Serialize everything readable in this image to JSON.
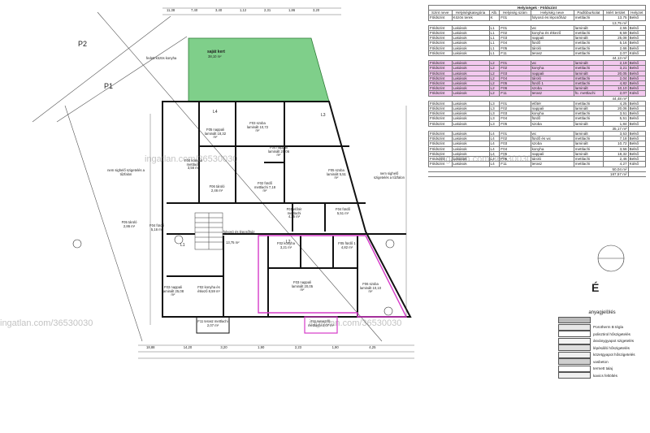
{
  "table": {
    "caption": "Helyiségek - Földszint",
    "headers": [
      "Szint neve",
      "Helyiségkategória",
      "Alb.",
      "Helyiség szám",
      "Helyiség neve",
      "Padlóburkolat",
      "Mért terület",
      "Helyzet"
    ],
    "rows": [
      {
        "c": [
          "Földszint",
          "Közös terek",
          "K",
          "F01",
          "folyosó és lépcsőház",
          "mettlachi",
          "13,75",
          "Belső"
        ],
        "hl": false
      },
      {
        "c": [
          "",
          "",
          "",
          "",
          "",
          "",
          "13,75 m²",
          ""
        ],
        "hl": false,
        "sum": true
      },
      {
        "c": [
          "Földszint",
          "Lakások",
          "L1",
          "F01",
          "wc",
          "laminált",
          "2,55",
          "Belső"
        ],
        "hl": false
      },
      {
        "c": [
          "Földszint",
          "Lakások",
          "L1",
          "F02",
          "konyha és étkező",
          "mettlachi",
          "8,59",
          "Belső"
        ],
        "hl": false
      },
      {
        "c": [
          "Földszint",
          "Lakások",
          "L1",
          "F03",
          "nappali",
          "laminált",
          "25,08",
          "Belső"
        ],
        "hl": false
      },
      {
        "c": [
          "Földszint",
          "Lakások",
          "L1",
          "F04",
          "fürdő",
          "mettlachi",
          "5,16",
          "Belső"
        ],
        "hl": false
      },
      {
        "c": [
          "Földszint",
          "Lakások",
          "L1",
          "F05",
          "tároló",
          "mettlachi",
          "2,66",
          "Belső"
        ],
        "hl": false
      },
      {
        "c": [
          "Földszint",
          "Lakások",
          "L1",
          "F11",
          "terasz",
          "mettlachi",
          "2,07",
          "Külső"
        ],
        "hl": false
      },
      {
        "c": [
          "",
          "",
          "",
          "",
          "",
          "",
          "44,13 m²",
          ""
        ],
        "hl": false,
        "sum": true
      },
      {
        "c": [
          "Földszint",
          "Lakások",
          "L2",
          "F01",
          "wc",
          "laminált",
          "2,19",
          "Belső"
        ],
        "hl": true
      },
      {
        "c": [
          "Földszint",
          "Lakások",
          "L2",
          "F02",
          "konyha",
          "mettlachi",
          "3,21",
          "Belső"
        ],
        "hl": true
      },
      {
        "c": [
          "Földszint",
          "Lakások",
          "L2",
          "F03",
          "nappali",
          "laminált",
          "20,05",
          "Belső"
        ],
        "hl": true
      },
      {
        "c": [
          "Földszint",
          "Lakások",
          "L2",
          "F04",
          "tároló",
          "mettlachi",
          "2,04",
          "Belső"
        ],
        "hl": true
      },
      {
        "c": [
          "Földszint",
          "Lakások",
          "L2",
          "F05",
          "fürdő 1",
          "mettlachi",
          "4,82",
          "Belső"
        ],
        "hl": true
      },
      {
        "c": [
          "Földszint",
          "Lakások",
          "L2",
          "F06",
          "szoba",
          "laminált",
          "10,10",
          "Belső"
        ],
        "hl": true
      },
      {
        "c": [
          "Földszint",
          "Lakások",
          "L2",
          "F11",
          "terasz",
          "fü. mettlachi",
          "2,07",
          "Külső"
        ],
        "hl": true
      },
      {
        "c": [
          "",
          "",
          "",
          "",
          "",
          "",
          "44,48 m²",
          ""
        ],
        "hl": false,
        "sum": true
      },
      {
        "c": [
          "Földszint",
          "Lakások",
          "L3",
          "F01",
          "előtér",
          "mettlachi",
          "4,25",
          "Belső"
        ],
        "hl": false
      },
      {
        "c": [
          "Földszint",
          "Lakások",
          "L3",
          "F02",
          "nappali",
          "laminált",
          "20,06",
          "Belső"
        ],
        "hl": false
      },
      {
        "c": [
          "Földszint",
          "Lakások",
          "L3",
          "F03",
          "konyha",
          "mettlachi",
          "3,51",
          "Belső"
        ],
        "hl": false
      },
      {
        "c": [
          "Földszint",
          "Lakások",
          "L3",
          "F04",
          "fürdő",
          "mettlachi",
          "5,51",
          "Belső"
        ],
        "hl": false
      },
      {
        "c": [
          "Földszint",
          "Lakások",
          "L3",
          "F05",
          "szoba",
          "laminált",
          "1,84",
          "Belső"
        ],
        "hl": false
      },
      {
        "c": [
          "",
          "",
          "",
          "",
          "",
          "",
          "35,17 m²",
          ""
        ],
        "hl": false,
        "sum": true
      },
      {
        "c": [
          "Földszint",
          "Lakások",
          "L4",
          "F01",
          "wc",
          "laminált",
          "3,53",
          "Belső"
        ],
        "hl": false
      },
      {
        "c": [
          "Földszint",
          "Lakások",
          "L4",
          "F02",
          "fürdő és wc",
          "mettlachi",
          "7,18",
          "Belső"
        ],
        "hl": false
      },
      {
        "c": [
          "Földszint",
          "Lakások",
          "L4",
          "F03",
          "szoba",
          "laminált",
          "10,72",
          "Belső"
        ],
        "hl": false
      },
      {
        "c": [
          "Földszint",
          "Lakások",
          "L4",
          "F04",
          "konyha",
          "mettlachi",
          "3,56",
          "Belső"
        ],
        "hl": false
      },
      {
        "c": [
          "Földszint",
          "Lakások",
          "L4",
          "F05",
          "nappali",
          "laminált",
          "18,32",
          "Belső"
        ],
        "hl": false
      },
      {
        "c": [
          "Földszint",
          "Lakások",
          "L4",
          "F06",
          "tároló",
          "mettlachi",
          "2,46",
          "Belső"
        ],
        "hl": false
      },
      {
        "c": [
          "Földszint",
          "Lakások",
          "L4",
          "F11",
          "terasz",
          "mettlachi",
          "4,27",
          "Külső"
        ],
        "hl": false
      },
      {
        "c": [
          "",
          "",
          "",
          "",
          "",
          "",
          "50,04 m²",
          ""
        ],
        "hl": false,
        "sum": true
      },
      {
        "c": [
          "",
          "",
          "",
          "",
          "",
          "",
          "187,57 m²",
          ""
        ],
        "hl": false,
        "sum": true
      }
    ]
  },
  "legend": {
    "title": "anyagjelölés",
    "items": [
      {
        "label": "",
        "swatch": "#b9b9b9"
      },
      {
        "label": "Porotherm B tégla",
        "swatch": "#e7e7e7"
      },
      {
        "label": "polisztirol hőszigetelés",
        "swatch": "#ffffff"
      },
      {
        "label": "ásványgyapot szigetelés",
        "swatch": "#f3f3f3"
      },
      {
        "label": "lépésálló hőszigetelés",
        "swatch": "#dddddd"
      },
      {
        "label": "közetgyapot hőszigetelés",
        "swatch": "#efefef"
      },
      {
        "label": "vasbeton",
        "swatch": "#cfcfcf"
      },
      {
        "label": "termett talaj",
        "swatch": "#ffffff"
      },
      {
        "label": "kavics feltöltés",
        "swatch": "#f0f0f0"
      }
    ]
  },
  "plan": {
    "garden_label": "saját kert",
    "garden_area": "38,10 m²",
    "labels": {
      "p1": "P1",
      "p2": "P2",
      "common_garden": "fedett közös konyha",
      "north_note": "É",
      "note_left": "nem sighelő szigetelés a tűzfalon",
      "note_right": "nem sighelő szigetelés a tűzfalon",
      "stair": "folyosó és lépcsőház",
      "stair_area": "13,75 m²"
    },
    "units": [
      "L1",
      "L2",
      "L3",
      "L4"
    ],
    "rooms": [
      {
        "t": "F05 nappali laminált 18,32 m²"
      },
      {
        "t": "F03 szoba laminált 10,72 m²"
      },
      {
        "t": "F04 konyha mettlachi 3,56 m²"
      },
      {
        "t": "F06 tároló 2,46 m²"
      },
      {
        "t": "F02 fürdő mettlachi 7,18 m²"
      },
      {
        "t": "F04 nappali laminált 20,06 m²"
      },
      {
        "t": "F05 szoba laminált 5,51 m²"
      },
      {
        "t": "F01 előtér mettlachi 4,25 m²"
      },
      {
        "t": "F04 fürdő 5,51 m²"
      },
      {
        "t": "F05 tároló 2,86 m²"
      },
      {
        "t": "F04 fürdő 5,16 m²"
      },
      {
        "t": "F03 nappali laminált 25,08 m²"
      },
      {
        "t": "F02 konyha és étkező 8,59 m²"
      },
      {
        "t": "F02 konyha 3,21 m²"
      },
      {
        "t": "F03 nappali laminált 20,05 m²"
      },
      {
        "t": "F06 szoba laminált 10,10 m²"
      },
      {
        "t": "F05 fürdő 1 4,82 m²"
      },
      {
        "t": "F11 terasz mettlachi 2,07 m²"
      },
      {
        "t": "F11 terasz fü. mettlachi 2,07 m²"
      }
    ],
    "dims_top": [
      "11,38",
      "7,40",
      "3,40",
      "1,12",
      "2,31",
      "1,86",
      "3,20"
    ],
    "dims_bottom": [
      "18,88",
      "14,20",
      "3,20",
      "1,90",
      "2,23",
      "1,90",
      "4,25"
    ],
    "watermark": "ingatlan.com/36530030"
  }
}
